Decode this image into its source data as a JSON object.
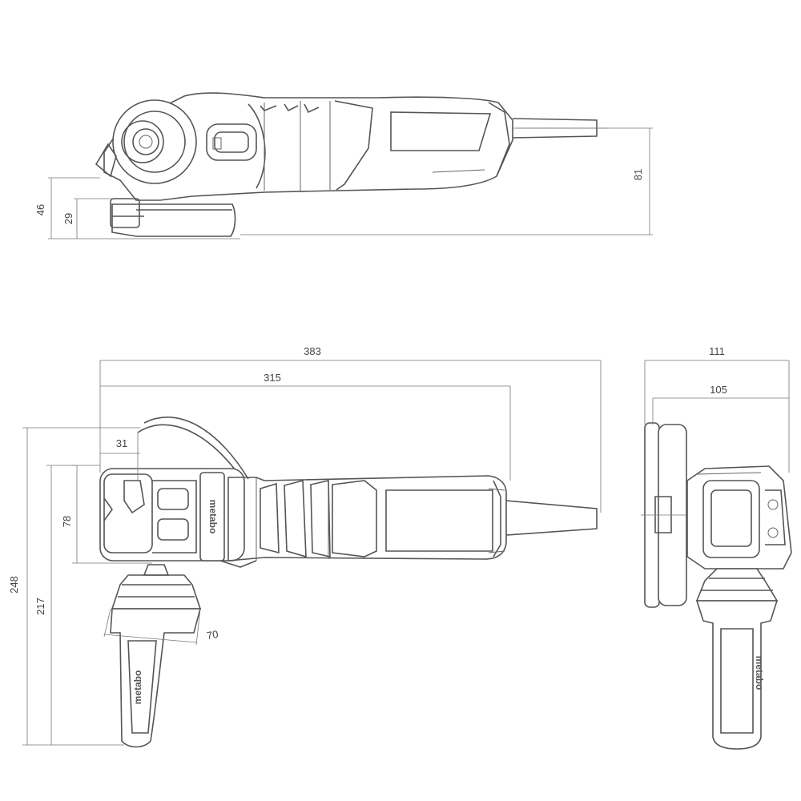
{
  "dimensions": {
    "top_view_81": "81",
    "top_view_46": "46",
    "top_view_29": "29",
    "length_383": "383",
    "length_315": "315",
    "width_31": "31",
    "height_78": "78",
    "total_248": "248",
    "height_217": "217",
    "handle_70": "70",
    "front_111": "111",
    "front_105": "105"
  },
  "brand": {
    "logo": "metabo"
  }
}
